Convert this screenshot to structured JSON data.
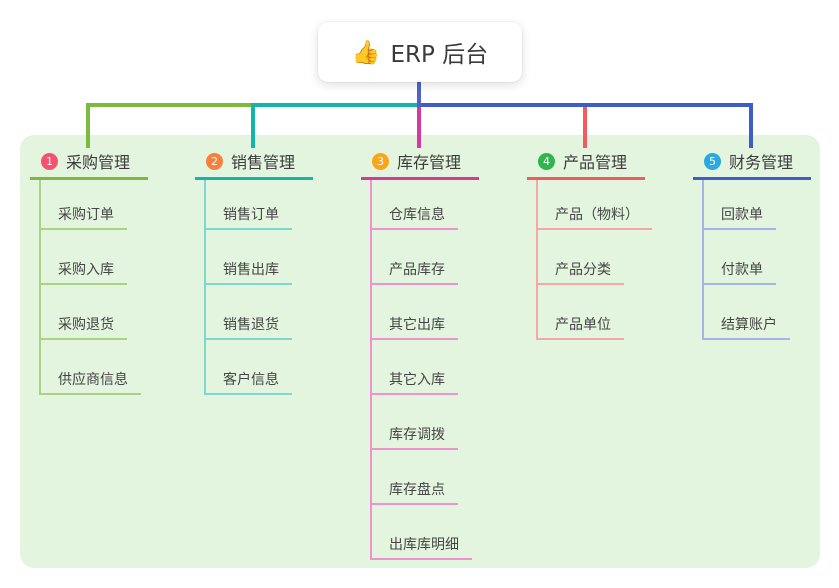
{
  "root": {
    "icon": "👍",
    "label": "ERP 后台"
  },
  "colors": {
    "page_bg": "#FFFFFF",
    "panel_bg": "#E3F4DF",
    "root_line": "#5163C9",
    "root_text": "#3A3A3A",
    "item_text": "#454545"
  },
  "branches": [
    {
      "number": "1",
      "label": "采购管理",
      "badge_color": "#F4526E",
      "line_color": "#7CBA3D",
      "light_color": "#A9D383",
      "items": [
        "采购订单",
        "采购入库",
        "采购退货",
        "供应商信息"
      ]
    },
    {
      "number": "2",
      "label": "销售管理",
      "badge_color": "#F5813E",
      "line_color": "#14B3AB",
      "light_color": "#7FD8CF",
      "items": [
        "销售订单",
        "销售出库",
        "销售退货",
        "客户信息"
      ]
    },
    {
      "number": "3",
      "label": "库存管理",
      "badge_color": "#F9A61B",
      "line_color": "#D6399B",
      "light_color": "#EE93CB",
      "items": [
        "仓库信息",
        "产品库存",
        "其它出库",
        "其它入库",
        "库存调拨",
        "库存盘点",
        "出库库明细"
      ]
    },
    {
      "number": "4",
      "label": "产品管理",
      "badge_color": "#2FB44E",
      "line_color": "#F25C5C",
      "light_color": "#F6A8A8",
      "items": [
        "产品（物料）",
        "产品分类",
        "产品单位"
      ]
    },
    {
      "number": "5",
      "label": "财务管理",
      "badge_color": "#29A9E0",
      "line_color": "#3F5DC8",
      "light_color": "#A4B4E8",
      "items": [
        "回款单",
        "付款单",
        "结算账户"
      ]
    }
  ]
}
